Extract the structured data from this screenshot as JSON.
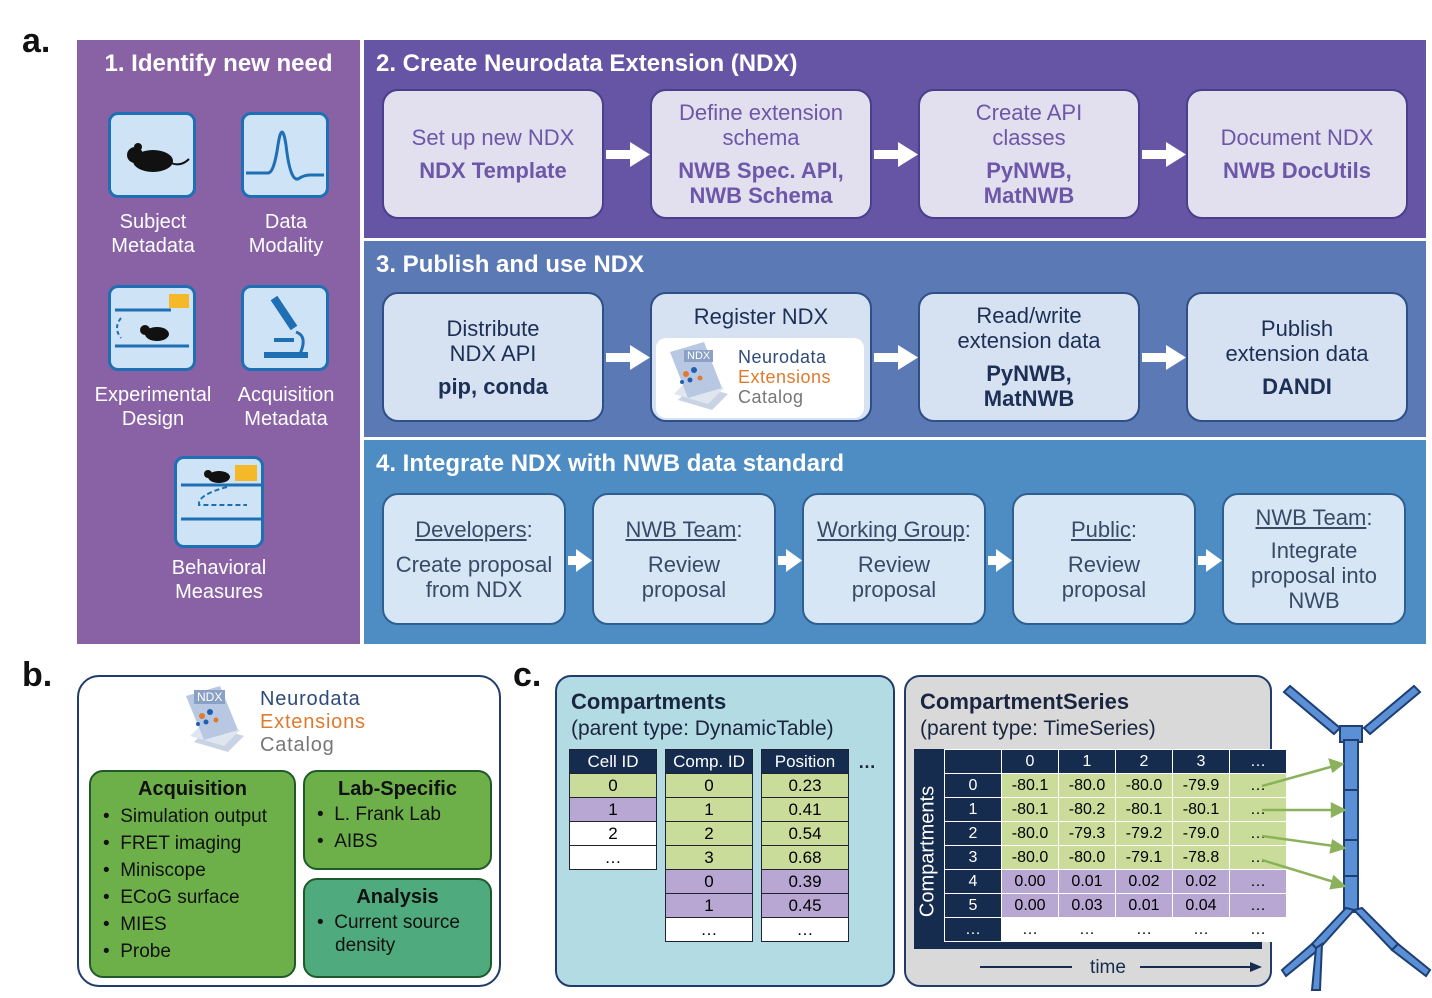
{
  "panel_labels": {
    "a": "a.",
    "b": "b.",
    "c": "c."
  },
  "colors": {
    "purple": "#8862a5",
    "section2": "#6655a4",
    "section3": "#5b79b4",
    "section4": "#4e8cc4",
    "green": "#c9dc9a",
    "lavender": "#b7a7d2",
    "navy": "#152c4e"
  },
  "step1": {
    "title": "1. Identify new need",
    "icons": [
      {
        "icon": "mouse-icon",
        "label1": "Subject",
        "label2": "Metadata"
      },
      {
        "icon": "waveform-icon",
        "label1": "Data",
        "label2": "Modality"
      },
      {
        "icon": "maze-icon",
        "label1": "Experimental",
        "label2": "Design"
      },
      {
        "icon": "microscope-icon",
        "label1": "Acquisition",
        "label2": "Metadata"
      },
      {
        "icon": "track-icon",
        "label1": "Behavioral",
        "label2": "Measures"
      }
    ]
  },
  "step2": {
    "title": "2. Create Neurodata Extension (NDX)",
    "boxes": [
      {
        "l1": "Set up new NDX",
        "l2": "",
        "b1": "NDX Template",
        "b2": ""
      },
      {
        "l1": "Define extension",
        "l2": "schema",
        "b1": "NWB Spec. API,",
        "b2": "NWB Schema"
      },
      {
        "l1": "Create API",
        "l2": "classes",
        "b1": "PyNWB,",
        "b2": "MatNWB"
      },
      {
        "l1": "Document NDX",
        "l2": "",
        "b1": "NWB DocUtils",
        "b2": ""
      }
    ]
  },
  "step3": {
    "title": "3. Publish and use NDX",
    "boxes": [
      {
        "l1": "Distribute",
        "l2": "NDX API",
        "b1": "pip, conda",
        "b2": ""
      },
      {
        "l1": "Register NDX",
        "l2": "",
        "b1": "",
        "b2": ""
      },
      {
        "l1": "Read/write",
        "l2": "extension data",
        "b1": "PyNWB,",
        "b2": "MatNWB"
      },
      {
        "l1": "Publish",
        "l2": "extension data",
        "b1": "DANDI",
        "b2": ""
      }
    ]
  },
  "catalog_logo": {
    "tag": "NDX",
    "w1": "Neurodata",
    "w2": "Extensions",
    "w3": "Catalog"
  },
  "step4": {
    "title": "4. Integrate NDX with NWB data standard",
    "boxes": [
      {
        "who": "Developers",
        "l1": "Create proposal",
        "l2": "from NDX",
        "l3": ""
      },
      {
        "who": "NWB Team",
        "l1": "Review",
        "l2": "proposal",
        "l3": ""
      },
      {
        "who": "Working Group",
        "l1": "Review",
        "l2": "proposal",
        "l3": ""
      },
      {
        "who": "Public",
        "l1": "Review",
        "l2": "proposal",
        "l3": ""
      },
      {
        "who": "NWB Team",
        "l1": "Integrate",
        "l2": "proposal into",
        "l3": "NWB"
      }
    ]
  },
  "panel_b": {
    "acquisition": {
      "title": "Acquisition",
      "items": [
        "Simulation output",
        "FRET imaging",
        "Miniscope",
        "ECoG surface",
        "MIES",
        "Probe"
      ]
    },
    "lab": {
      "title": "Lab-Specific",
      "items": [
        "L. Frank Lab",
        "AIBS"
      ]
    },
    "analysis": {
      "title": "Analysis",
      "items": [
        "Current source",
        "density"
      ]
    }
  },
  "panel_c": {
    "compartments": {
      "title": "Compartments",
      "subtitle": "(parent type: DynamicTable)"
    },
    "cell_table": {
      "header": "Cell ID",
      "rows": [
        "0",
        "1",
        "2",
        "…"
      ]
    },
    "comp_table": {
      "header": "Comp. ID",
      "rows": [
        "0",
        "1",
        "2",
        "3",
        "0",
        "1",
        "…"
      ]
    },
    "pos_table": {
      "header": "Position",
      "rows": [
        "0.23",
        "0.41",
        "0.54",
        "0.68",
        "0.39",
        "0.45",
        "…"
      ]
    },
    "ellipsis": "…",
    "series": {
      "title": "CompartmentSeries",
      "subtitle": "(parent type: TimeSeries)"
    },
    "series_cols": [
      "0",
      "1",
      "2",
      "3",
      "…"
    ],
    "series_rows": [
      {
        "label": "0",
        "vals": [
          "-80.1",
          "-80.0",
          "-80.0",
          "-79.9",
          "…"
        ]
      },
      {
        "label": "1",
        "vals": [
          "-80.1",
          "-80.2",
          "-80.1",
          "-80.1",
          "…"
        ]
      },
      {
        "label": "2",
        "vals": [
          "-80.0",
          "-79.3",
          "-79.2",
          "-79.0",
          "…"
        ]
      },
      {
        "label": "3",
        "vals": [
          "-80.0",
          "-80.0",
          "-79.1",
          "-78.8",
          "…"
        ]
      },
      {
        "label": "4",
        "vals": [
          "0.00",
          "0.01",
          "0.02",
          "0.02",
          "…"
        ]
      },
      {
        "label": "5",
        "vals": [
          "0.00",
          "0.03",
          "0.01",
          "0.04",
          "…"
        ]
      },
      {
        "label": "…",
        "vals": [
          "…",
          "…",
          "…",
          "…",
          "…"
        ]
      }
    ],
    "y_axis_label": "Compartments",
    "x_axis_label": "time"
  }
}
